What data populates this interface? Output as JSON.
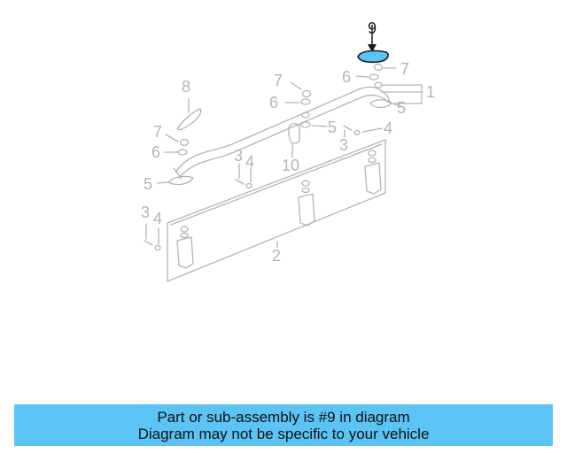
{
  "colors": {
    "highlight": "#5bc4f5",
    "parts_gray": "#b4b4b4",
    "callout_black": "#1a1a1a"
  },
  "callouts": [
    {
      "id": "c9",
      "text": "9",
      "highlight": true
    },
    {
      "id": "c7a",
      "text": "7"
    },
    {
      "id": "c6a",
      "text": "6"
    },
    {
      "id": "c1",
      "text": "1"
    },
    {
      "id": "c5a",
      "text": "5"
    },
    {
      "id": "c8",
      "text": "8"
    },
    {
      "id": "c7b",
      "text": "7"
    },
    {
      "id": "c6b",
      "text": "6"
    },
    {
      "id": "c5b",
      "text": "5"
    },
    {
      "id": "c3a",
      "text": "3"
    },
    {
      "id": "c4a",
      "text": "4"
    },
    {
      "id": "c7c",
      "text": "7"
    },
    {
      "id": "c6c",
      "text": "6"
    },
    {
      "id": "c10",
      "text": "10"
    },
    {
      "id": "c3b",
      "text": "3"
    },
    {
      "id": "c4b",
      "text": "4"
    },
    {
      "id": "c5c",
      "text": "5"
    },
    {
      "id": "c3c",
      "text": "3"
    },
    {
      "id": "c4c",
      "text": "4"
    },
    {
      "id": "c2",
      "text": "2"
    }
  ],
  "banner": {
    "line1": "Part or sub-assembly is #9 in diagram",
    "line2": "Diagram may not be specific to your vehicle"
  }
}
